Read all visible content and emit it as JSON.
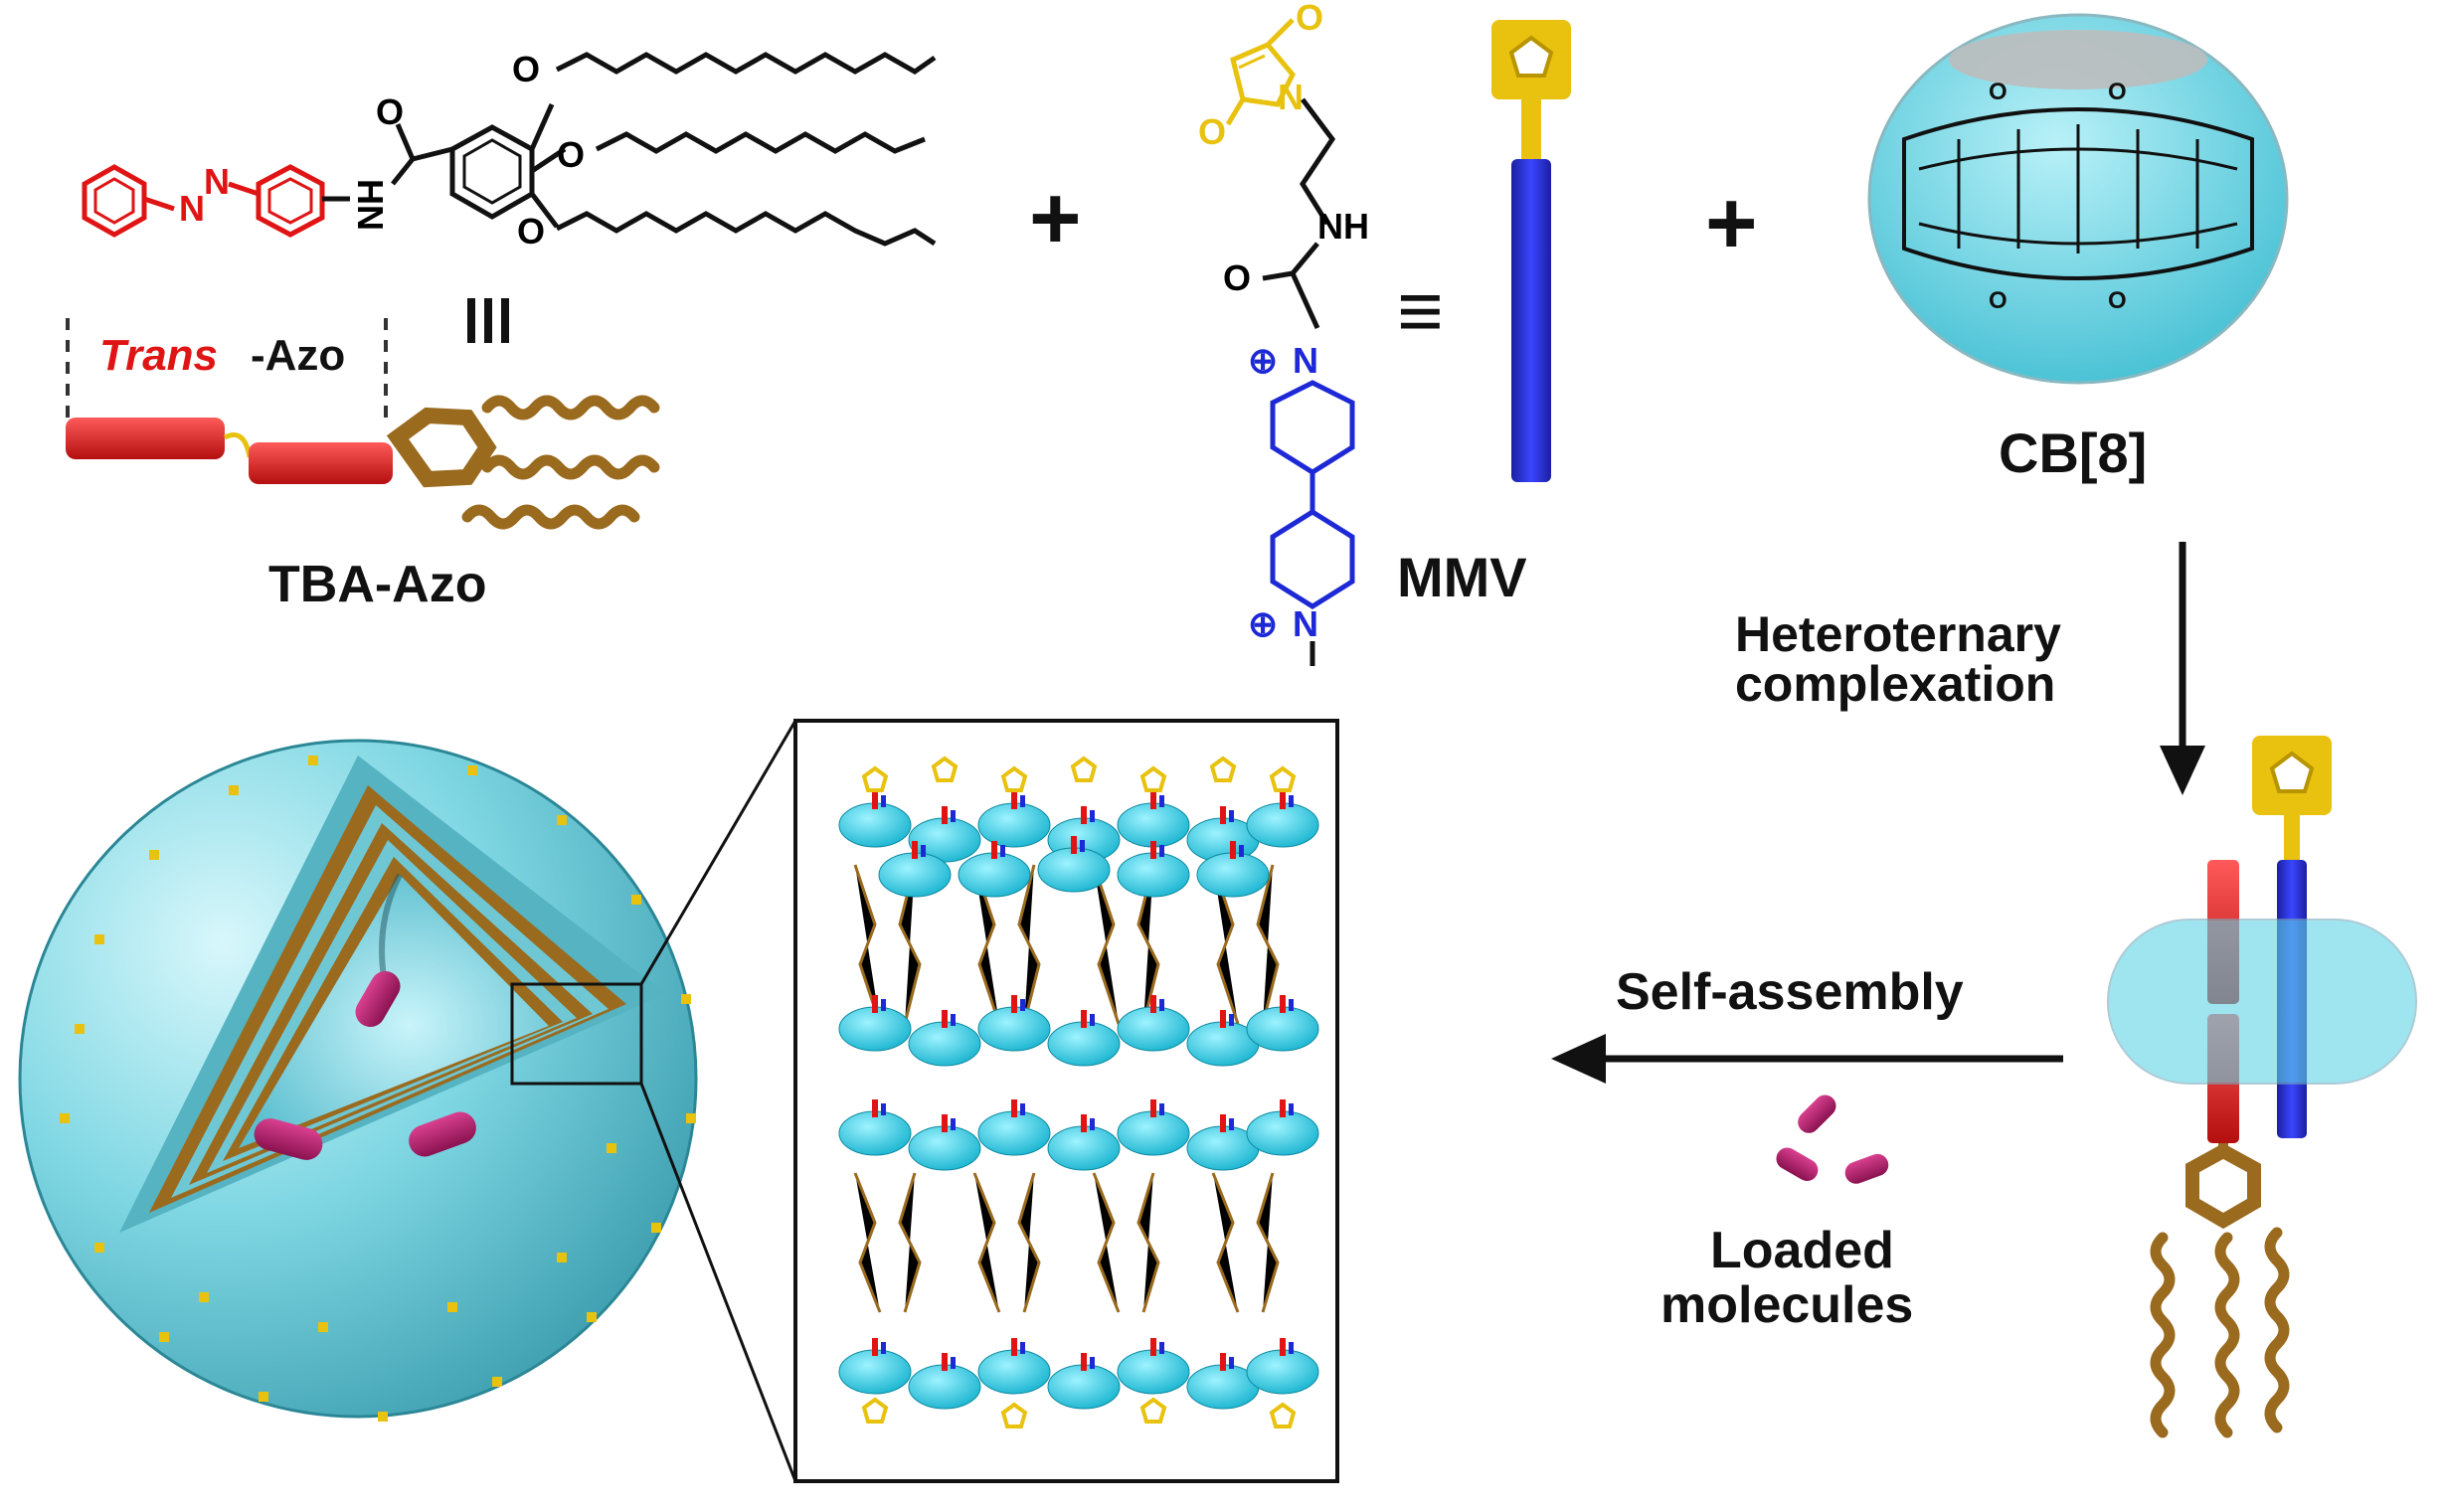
{
  "labels": {
    "trans": "Trans",
    "azo_suffix": "-Azo",
    "tba_azo": "TBA-Azo",
    "mmv": "MMV",
    "cb8": "CB[8]",
    "equiv": "≡",
    "plus": "+",
    "hetero_line1": "Heteroternary",
    "hetero_line2": "complexation",
    "self_assembly": "Self-assembly",
    "loaded_line1": "Loaded",
    "loaded_line2": "molecules"
  },
  "atoms": {
    "N": "N",
    "O": "O",
    "NH": "NH",
    "HN": "HN",
    "plus_charge": "⊕"
  },
  "colors": {
    "azo_red": "#e01414",
    "alkyl_brown": "#9a6a1e",
    "maleimide_gold": "#e8c20e",
    "viologen_blue": "#1d28d6",
    "cb_cyan": "#5fd4e6",
    "cargo_magenta": "#b3206f"
  }
}
